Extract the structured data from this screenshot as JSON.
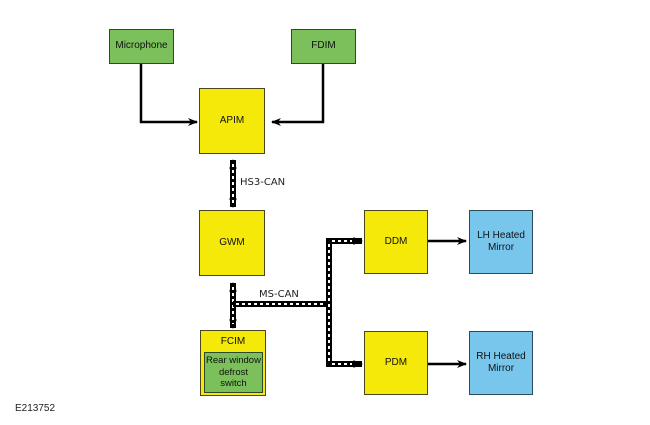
{
  "diagram": {
    "nodes": {
      "microphone": "Microphone",
      "fdim": "FDIM",
      "apim": "APIM",
      "gwm": "GWM",
      "fcim": "FCIM",
      "rear_window_switch": "Rear window defrost switch",
      "ddm": "DDM",
      "pdm": "PDM",
      "lh_mirror": "LH Heated Mirror",
      "rh_mirror": "RH Heated Mirror"
    },
    "buses": {
      "hs3": "HS3-CAN",
      "ms": "MS-CAN"
    },
    "reference": "E213752",
    "colors": {
      "input": "#7bc05a",
      "module": "#f5e90a",
      "output": "#79c6ec"
    }
  }
}
